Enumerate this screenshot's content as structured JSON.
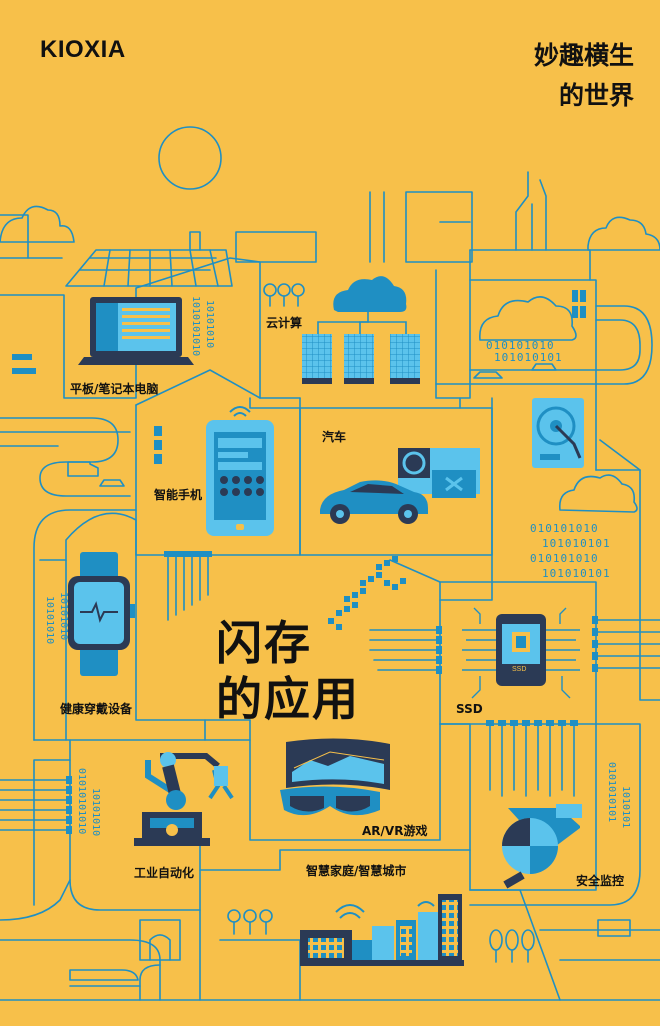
{
  "brand": "KIOXIA",
  "tagline": [
    "妙趣横生",
    "的世界"
  ],
  "headline": [
    "闪存",
    "的应用"
  ],
  "labels": {
    "laptop": "平板/笔记本电脑",
    "cloud": "云计算",
    "smartphone": "智能手机",
    "car": "汽车",
    "wearable": "健康穿戴设备",
    "ssd": "SSD",
    "robot": "工业自动化",
    "arvr": "AR/VR游戏",
    "smarthome": "智慧家庭/智慧城市",
    "security": "安全监控"
  },
  "binary": {
    "laptop_col1": "1010101010",
    "laptop_col2": "10101010",
    "cloud_row1": "010101010",
    "cloud_row2": "101010101",
    "ssd_row1": "010101010",
    "ssd_row2": "101010101",
    "ssd_row3": "010101010",
    "ssd_row4": "101010101",
    "wearable_col1": "10101010",
    "wearable_col2": "10101010",
    "robot_col1": "01010101010",
    "robot_col2": "10101010",
    "security_col1": "0101010101",
    "security_col2": "1010101"
  },
  "ssd_chip_text": "SSD",
  "colors": {
    "background": "#F7C04A",
    "line": "#1F8FC3",
    "light_blue": "#5BC3EC",
    "dark_navy": "#2B3A55",
    "text": "#111111"
  }
}
